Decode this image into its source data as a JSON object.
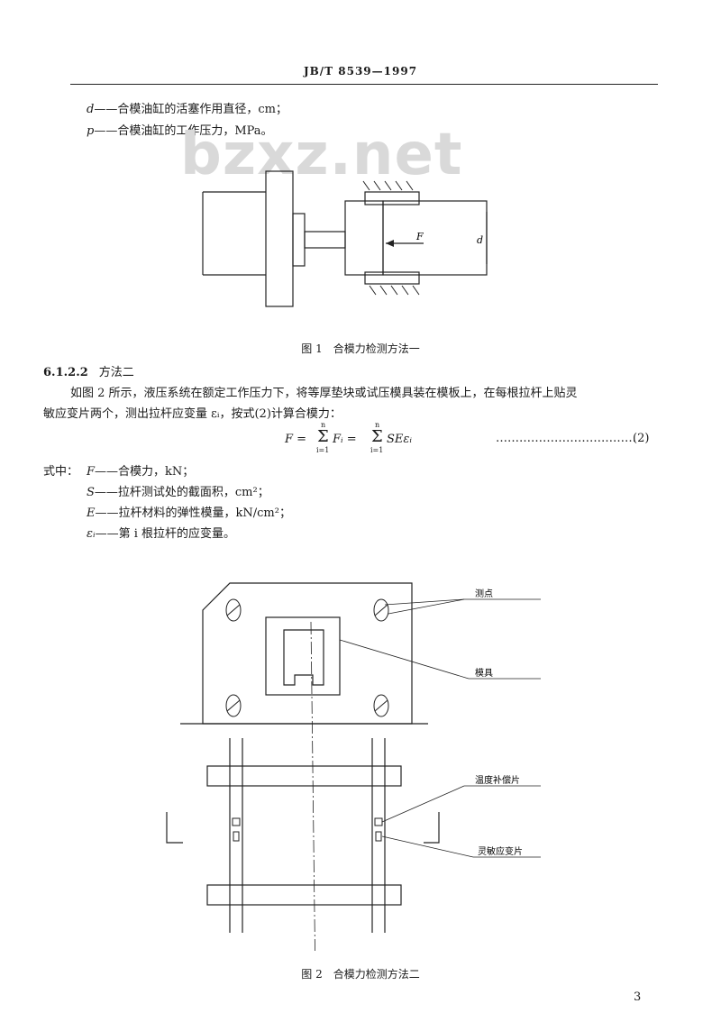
{
  "header": {
    "code": "JB/T 8539—1997"
  },
  "watermark": "bzxz.net",
  "defs_top": [
    {
      "sym": "d",
      "text": "——合模油缸的活塞作用直径，cm；"
    },
    {
      "sym": "p",
      "text": "——合模油缸的工作压力，MPa。"
    }
  ],
  "figure1": {
    "caption": "图 1　合模力检测方法一",
    "label_F": "F",
    "label_d": "d"
  },
  "section": {
    "number": "6.1.2.2",
    "title": "方法二"
  },
  "paragraph": {
    "line1": "如图 2 所示，液压系统在额定工作压力下，将等厚垫块或试压模具装在模板上，在每根拉杆上贴灵",
    "line2": "敏应变片两个，测出拉杆应变量 εᵢ，按式(2)计算合模力："
  },
  "formula": {
    "lhs": "F = ",
    "sum1": "Fᵢ = ",
    "sum2": "SEεᵢ",
    "upper": "n",
    "lower": "i=1",
    "dots": "………………………………",
    "number": "(2)"
  },
  "where": {
    "lead": "式中：",
    "items": [
      {
        "sym": "F",
        "text": "——合模力，kN；"
      },
      {
        "sym": "S",
        "text": "——拉杆测试处的截面积，cm²；"
      },
      {
        "sym": "E",
        "text": "——拉杆材料的弹性模量，kN/cm²；"
      },
      {
        "sym": "εᵢ",
        "text": "——第 i 根拉杆的应变量。"
      }
    ]
  },
  "figure2": {
    "caption": "图 2　合模力检测方法二",
    "labels": {
      "points": "测点",
      "mold": "模具",
      "temp_gauge": "温度补偿片",
      "strain_gauge": "灵敏应变片"
    }
  },
  "page_number": "3"
}
